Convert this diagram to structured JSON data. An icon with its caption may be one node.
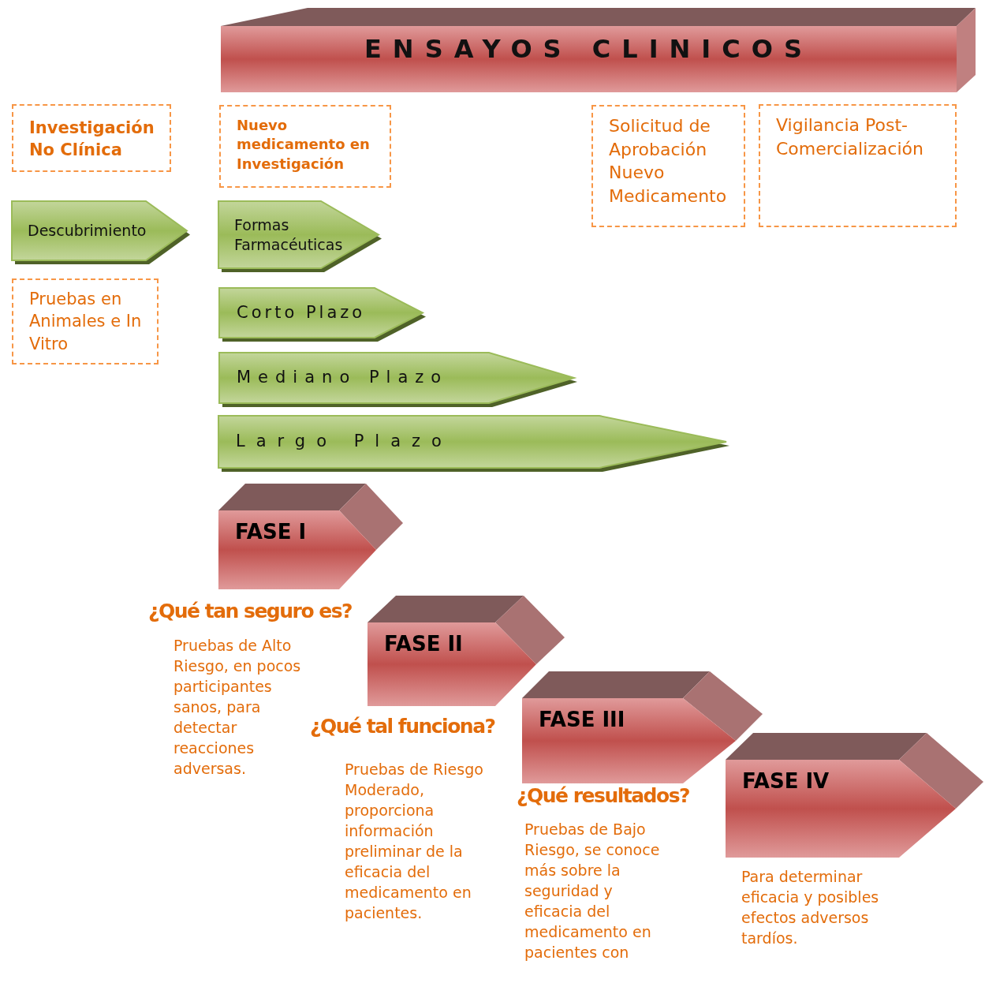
{
  "diagram": {
    "nodes": [
      {
        "text": [
          "ENSAYOS CLINICOS"
        ]
      },
      {
        "text": [
          "Investigación No Clínica"
        ]
      },
      {
        "text": [
          "Nuevo medicamento en Investigación"
        ]
      },
      {
        "text": [
          "Solicitud de Aprobación Nuevo Medicamento"
        ]
      },
      {
        "text": [
          "Vigilancia Post-Comercialización"
        ]
      },
      {
        "text": [
          "Descubrimiento"
        ]
      },
      {
        "text": [
          "Formas Farmacéuticas"
        ]
      },
      {
        "text": [
          "Pruebas en Animales e In Vitro"
        ]
      },
      {
        "text": [
          "Corto Plazo"
        ]
      },
      {
        "text": [
          "Mediano Plazo"
        ]
      },
      {
        "text": [
          "Largo Plazo"
        ]
      },
      {
        "text": [
          "FASE I"
        ],
        "beside": [
          "¿Qué tan seguro es?",
          "Pruebas de Alto Riesgo, en pocos participantes sanos, para detectar reacciones adversas."
        ]
      },
      {
        "text": [
          "FASE II"
        ],
        "beside": [
          "¿Qué tal funciona?",
          "Pruebas de Riesgo Moderado, proporciona información preliminar de la eficacia del medicamento en pacientes."
        ]
      },
      {
        "text": [
          "FASE III"
        ],
        "beside": [
          "¿Qué resultados?",
          "Pruebas de Bajo Riesgo, se conoce más sobre la seguridad y eficacia del medicamento en pacientes con"
        ]
      },
      {
        "text": [
          "FASE IV"
        ],
        "beside": [
          "Para determinar eficacia y posibles efectos adversos tardíos."
        ]
      }
    ],
    "edges": []
  }
}
